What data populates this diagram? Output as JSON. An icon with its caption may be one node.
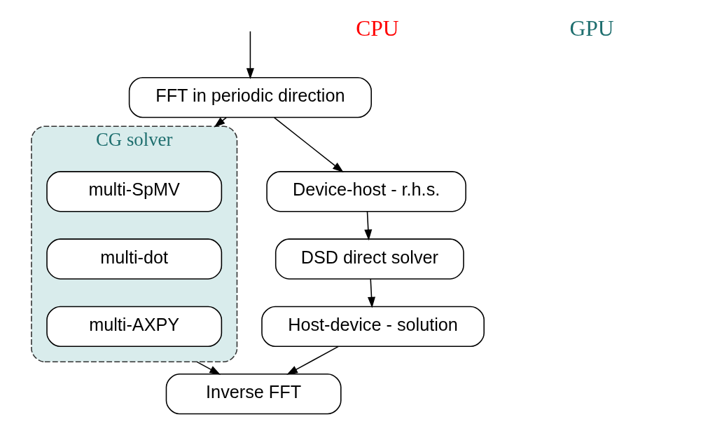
{
  "diagram": {
    "nodes": [
      {
        "text": [
          "FFT in periodic direction"
        ]
      },
      {
        "text": [
          "Device-host - r.h.s."
        ]
      },
      {
        "text": [
          "DSD direct solver"
        ]
      },
      {
        "text": [
          "Host-device - solution"
        ]
      },
      {
        "text": [
          "CG solver"
        ]
      },
      {
        "text": [
          "multi-SpMV"
        ],
        "in": 4
      },
      {
        "text": [
          "multi-dot"
        ],
        "in": 4
      },
      {
        "text": [
          "multi-AXPY"
        ],
        "in": 4
      },
      {
        "text": [
          "Inverse FFT"
        ]
      }
    ],
    "edges": [
      {
        "from": null,
        "to": 0,
        "arrow": "to"
      },
      {
        "from": 0,
        "to": 1,
        "arrow": "to"
      },
      {
        "from": 1,
        "to": 2,
        "arrow": "to"
      },
      {
        "from": 2,
        "to": 3,
        "arrow": "to"
      },
      {
        "from": 3,
        "to": 8,
        "arrow": "to"
      },
      {
        "from": 0,
        "to": 4,
        "arrow": "to"
      },
      {
        "from": 4,
        "to": 8,
        "arrow": "to"
      }
    ],
    "labels": [
      "CPU",
      "GPU"
    ]
  }
}
